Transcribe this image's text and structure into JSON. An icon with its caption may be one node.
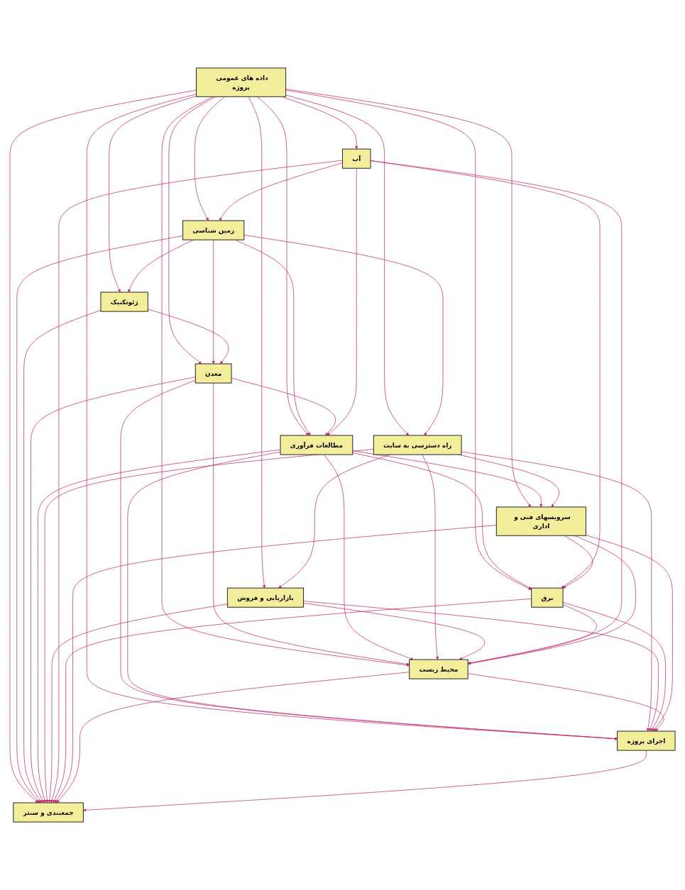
{
  "diagram": {
    "nodes": [
      {
        "text": [
          "داده های عمومی پروژه"
        ]
      },
      {
        "text": [
          "زمین شناسی"
        ]
      },
      {
        "text": [
          "ژئوتکنیک"
        ]
      },
      {
        "text": [
          "جمعبندی و سنتز"
        ]
      },
      {
        "text": [
          "معدن"
        ]
      },
      {
        "text": [
          "مطالعات فرآوری"
        ]
      },
      {
        "text": [
          "اجرای پروژه"
        ]
      },
      {
        "text": [
          "راه دسترسی به سایت"
        ]
      },
      {
        "text": [
          "محیط زیست"
        ]
      },
      {
        "text": [
          "بازاریابی و فروش"
        ]
      },
      {
        "text": [
          "آب"
        ]
      },
      {
        "text": [
          "برق"
        ]
      },
      {
        "text": [
          "سرویسهای فنی و اداری"
        ]
      }
    ],
    "edges": [
      {
        "from": 0,
        "to": 1,
        "arrow": "to"
      },
      {
        "from": 0,
        "to": 2,
        "arrow": "to"
      },
      {
        "from": 0,
        "to": 4,
        "arrow": "to"
      },
      {
        "from": 0,
        "to": 5,
        "arrow": "to"
      },
      {
        "from": 0,
        "to": 3,
        "arrow": "to"
      },
      {
        "from": 0,
        "to": 6,
        "arrow": "to"
      },
      {
        "from": 0,
        "to": 7,
        "arrow": "to"
      },
      {
        "from": 0,
        "to": 8,
        "arrow": "to"
      },
      {
        "from": 0,
        "to": 9,
        "arrow": "to"
      },
      {
        "from": 0,
        "to": 10,
        "arrow": "to"
      },
      {
        "from": 0,
        "to": 11,
        "arrow": "to"
      },
      {
        "from": 0,
        "to": 12,
        "arrow": "to"
      },
      {
        "from": 1,
        "to": 2,
        "arrow": "to"
      },
      {
        "from": 1,
        "to": 4,
        "arrow": "to"
      },
      {
        "from": 1,
        "to": 3,
        "arrow": "to"
      },
      {
        "from": 1,
        "to": 5,
        "arrow": "to"
      },
      {
        "from": 1,
        "to": 7,
        "arrow": "to"
      },
      {
        "from": 2,
        "to": 4,
        "arrow": "to"
      },
      {
        "from": 2,
        "to": 3,
        "arrow": "to"
      },
      {
        "from": 4,
        "to": 5,
        "arrow": "to"
      },
      {
        "from": 4,
        "to": 3,
        "arrow": "to"
      },
      {
        "from": 4,
        "to": 6,
        "arrow": "to"
      },
      {
        "from": 4,
        "to": 8,
        "arrow": "to"
      },
      {
        "from": 5,
        "to": 3,
        "arrow": "to"
      },
      {
        "from": 5,
        "to": 6,
        "arrow": "to"
      },
      {
        "from": 5,
        "to": 8,
        "arrow": "to"
      },
      {
        "from": 5,
        "to": 12,
        "arrow": "to"
      },
      {
        "from": 5,
        "to": 11,
        "arrow": "to"
      },
      {
        "from": 7,
        "to": 3,
        "arrow": "to"
      },
      {
        "from": 7,
        "to": 6,
        "arrow": "to"
      },
      {
        "from": 7,
        "to": 8,
        "arrow": "to"
      },
      {
        "from": 7,
        "to": 9,
        "arrow": "to"
      },
      {
        "from": 7,
        "to": 12,
        "arrow": "to"
      },
      {
        "from": 9,
        "to": 3,
        "arrow": "to"
      },
      {
        "from": 9,
        "to": 6,
        "arrow": "to"
      },
      {
        "from": 9,
        "to": 8,
        "arrow": "to"
      },
      {
        "from": 10,
        "to": 3,
        "arrow": "to"
      },
      {
        "from": 10,
        "to": 8,
        "arrow": "to"
      },
      {
        "from": 10,
        "to": 11,
        "arrow": "to"
      },
      {
        "from": 10,
        "to": 5,
        "arrow": "to"
      },
      {
        "from": 10,
        "to": 1,
        "arrow": "to"
      },
      {
        "from": 11,
        "to": 3,
        "arrow": "to"
      },
      {
        "from": 11,
        "to": 8,
        "arrow": "to"
      },
      {
        "from": 11,
        "to": 6,
        "arrow": "to"
      },
      {
        "from": 12,
        "to": 3,
        "arrow": "to"
      },
      {
        "from": 12,
        "to": 8,
        "arrow": "to"
      },
      {
        "from": 12,
        "to": 6,
        "arrow": "to"
      },
      {
        "from": 12,
        "to": 11,
        "arrow": "to"
      },
      {
        "from": 8,
        "to": 6,
        "arrow": "to"
      },
      {
        "from": 8,
        "to": 3,
        "arrow": "to"
      },
      {
        "from": 6,
        "to": 3,
        "arrow": "to"
      }
    ]
  }
}
